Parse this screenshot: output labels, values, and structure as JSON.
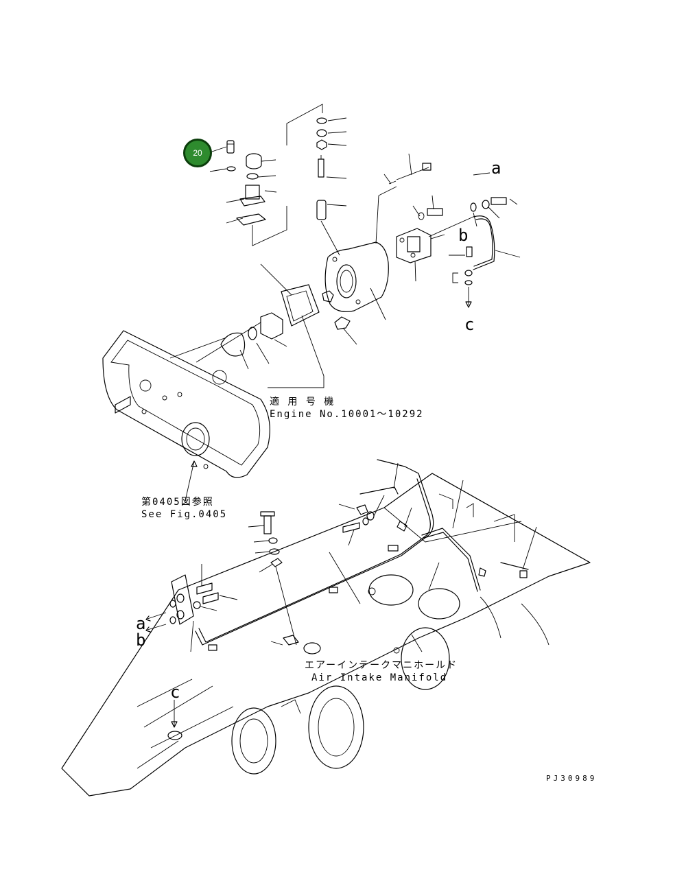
{
  "badge": {
    "number": "20",
    "color": "#2e8b2e"
  },
  "callouts": {
    "engine_no_jp": "適 用 号 機",
    "engine_no_en": "Engine No.10001～10292",
    "see_fig_jp": "第0405図参照",
    "see_fig_en": "See Fig.0405",
    "manifold_jp": "エアーインテークマニホールド",
    "manifold_en": "Air Intake Manifold"
  },
  "connection_letters": {
    "a_top": "a",
    "b_top": "b",
    "c_top": "c",
    "a_left": "a",
    "b_left": "b",
    "c_bottom": "c"
  },
  "drawing_code": "PJ30989"
}
